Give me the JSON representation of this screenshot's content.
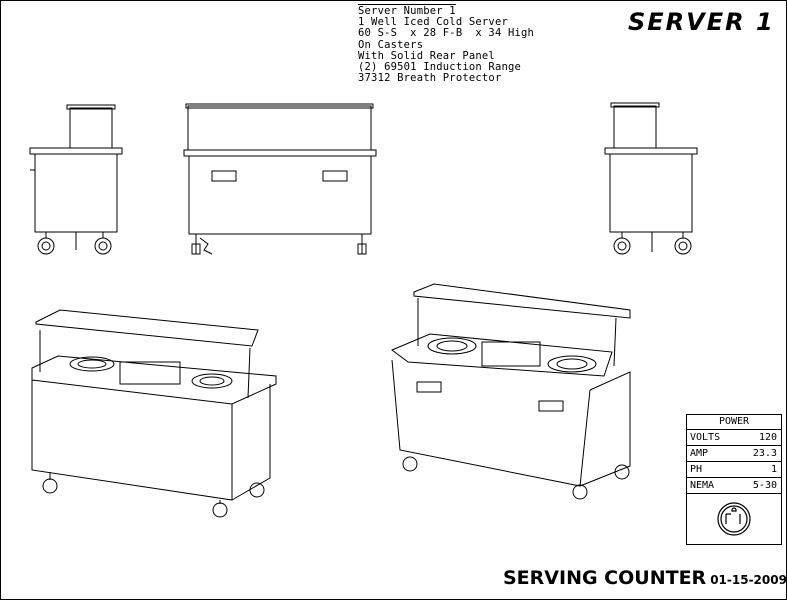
{
  "notes": [
    "Server Number 1",
    "1 Well Iced Cold Server",
    "60 S-S  x 28 F-B  x 34 High",
    "On Casters",
    "With Solid Rear Panel",
    "(2) 69501 Induction Range",
    "37312 Breath Protector"
  ],
  "title": "SERVER 1",
  "footer": {
    "label": "SERVING COUNTER",
    "date": "01-15-2009"
  },
  "power": {
    "header": "POWER",
    "rows": [
      {
        "label": "VOLTS",
        "value": "120"
      },
      {
        "label": "AMP",
        "value": "23.3"
      },
      {
        "label": "PH",
        "value": "1"
      },
      {
        "label": "NEMA",
        "value": "5-30"
      }
    ]
  }
}
